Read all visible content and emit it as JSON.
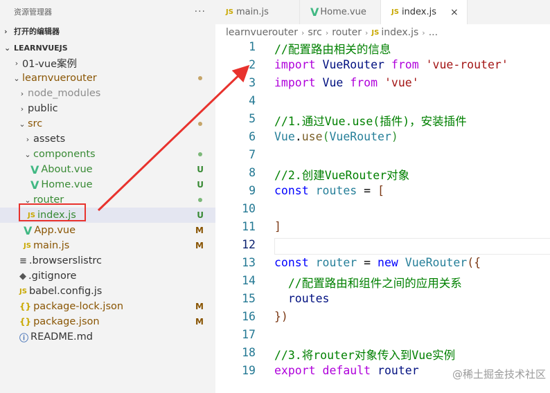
{
  "sidebar": {
    "title": "资源管理器",
    "more": "···",
    "open_editors": "打开的编辑器",
    "workspace": "LEARNVUEJS",
    "tree": [
      {
        "label": "01-vue案例",
        "chev": "›",
        "status": ""
      },
      {
        "label": "learnvuerouter",
        "chev": "⌄",
        "status": "●"
      },
      {
        "label": "node_modules",
        "chev": "›",
        "status": ""
      },
      {
        "label": "public",
        "chev": "›",
        "status": ""
      },
      {
        "label": "src",
        "chev": "⌄",
        "status": "●"
      },
      {
        "label": "assets",
        "chev": "›",
        "status": ""
      },
      {
        "label": "components",
        "chev": "⌄",
        "status": "●"
      },
      {
        "label": "About.vue",
        "icon": "V",
        "status": "U"
      },
      {
        "label": "Home.vue",
        "icon": "V",
        "status": "U"
      },
      {
        "label": "router",
        "chev": "⌄",
        "status": "●"
      },
      {
        "label": "index.js",
        "icon": "JS",
        "status": "U"
      },
      {
        "label": "App.vue",
        "icon": "V",
        "status": "M"
      },
      {
        "label": "main.js",
        "icon": "JS",
        "status": "M"
      },
      {
        "label": ".browserslistrc",
        "icon": "≡",
        "status": ""
      },
      {
        "label": ".gitignore",
        "icon": "◆",
        "status": ""
      },
      {
        "label": "babel.config.js",
        "icon": "JS",
        "status": ""
      },
      {
        "label": "package-lock.json",
        "icon": "{}",
        "status": "M"
      },
      {
        "label": "package.json",
        "icon": "{}",
        "status": "M"
      },
      {
        "label": "README.md",
        "icon": "ⓘ",
        "status": ""
      }
    ]
  },
  "tabs": [
    {
      "label": "main.js",
      "icon": "JS"
    },
    {
      "label": "Home.vue",
      "icon": "V"
    },
    {
      "label": "index.js",
      "icon": "JS",
      "close": "×"
    }
  ],
  "breadcrumb": [
    "learnvuerouter",
    "src",
    "router",
    "index.js",
    "..."
  ],
  "breadcrumb_js_icon": "JS",
  "editor": {
    "line_numbers": [
      "1",
      "2",
      "3",
      "4",
      "5",
      "6",
      "7",
      "8",
      "9",
      "10",
      "11",
      "12",
      "13",
      "14",
      "15",
      "16",
      "17",
      "18",
      "19"
    ],
    "current_line": 12,
    "lines": [
      [
        {
          "t": "//配置路由相关的信息",
          "c": "cm"
        }
      ],
      [
        {
          "t": "import",
          "c": "ct"
        },
        {
          "t": " VueRouter ",
          "c": "va"
        },
        {
          "t": "from",
          "c": "ct"
        },
        {
          "t": " ",
          "c": ""
        },
        {
          "t": "'vue-router'",
          "c": "str"
        }
      ],
      [
        {
          "t": "import",
          "c": "ct"
        },
        {
          "t": " Vue ",
          "c": "va"
        },
        {
          "t": "from",
          "c": "ct"
        },
        {
          "t": " ",
          "c": ""
        },
        {
          "t": "'vue'",
          "c": "str"
        }
      ],
      [],
      [
        {
          "t": "//1.通过Vue.use(插件)，安装插件",
          "c": "cm"
        }
      ],
      [
        {
          "t": "Vue",
          "c": "ty"
        },
        {
          "t": ".",
          "c": ""
        },
        {
          "t": "use",
          "c": "fn"
        },
        {
          "t": "(",
          "c": "br2"
        },
        {
          "t": "VueRouter",
          "c": "ty"
        },
        {
          "t": ")",
          "c": "br2"
        }
      ],
      [],
      [
        {
          "t": "//2.创建VueRouter对象",
          "c": "cm"
        }
      ],
      [
        {
          "t": "const",
          "c": "kw"
        },
        {
          "t": " ",
          "c": ""
        },
        {
          "t": "routes",
          "c": "ty"
        },
        {
          "t": " = ",
          "c": ""
        },
        {
          "t": "[",
          "c": "br3"
        }
      ],
      [],
      [
        {
          "t": "]",
          "c": "br3"
        }
      ],
      [],
      [
        {
          "t": "const",
          "c": "kw"
        },
        {
          "t": " ",
          "c": ""
        },
        {
          "t": "router",
          "c": "ty"
        },
        {
          "t": " = ",
          "c": ""
        },
        {
          "t": "new",
          "c": "kw"
        },
        {
          "t": " ",
          "c": ""
        },
        {
          "t": "VueRouter",
          "c": "ty"
        },
        {
          "t": "({",
          "c": "br3"
        }
      ],
      [
        {
          "t": "  //配置路由和组件之间的应用关系",
          "c": "cm"
        }
      ],
      [
        {
          "t": "  routes",
          "c": "va"
        }
      ],
      [
        {
          "t": "})",
          "c": "br3"
        }
      ],
      [],
      [
        {
          "t": "//3.将router对象传入到Vue实例",
          "c": "cm"
        }
      ],
      [
        {
          "t": "export",
          "c": "ct"
        },
        {
          "t": " ",
          "c": ""
        },
        {
          "t": "default",
          "c": "ct"
        },
        {
          "t": " ",
          "c": ""
        },
        {
          "t": "router",
          "c": "va"
        }
      ]
    ]
  },
  "watermark": "@稀土掘金技术社区",
  "colors": {
    "annotation_red": "#e8322d",
    "modified": "#895503",
    "untracked": "#388a34",
    "folder_dot": "#c5a569"
  }
}
